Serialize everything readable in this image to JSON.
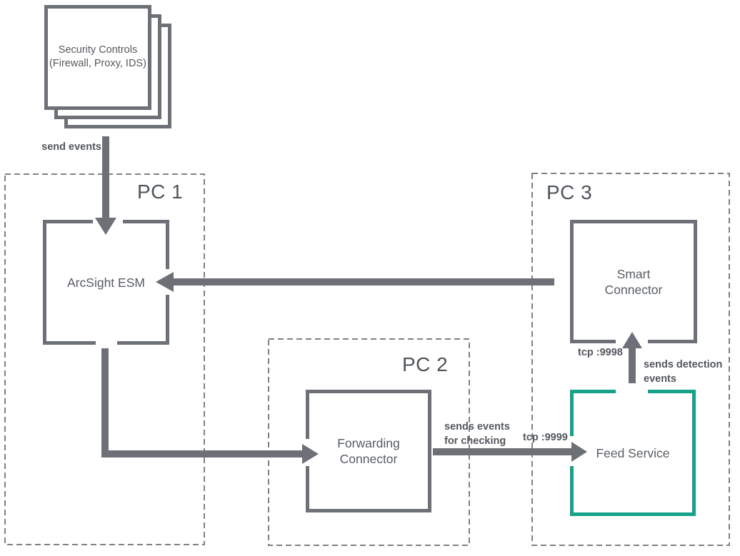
{
  "diagram": {
    "security_stack": {
      "line1": "Security Controls",
      "line2": "(Firewall, Proxy, IDS)"
    },
    "groups": {
      "pc1": {
        "label": "PC 1"
      },
      "pc2": {
        "label": "PC 2"
      },
      "pc3": {
        "label": "PC 3"
      }
    },
    "nodes": {
      "esm": {
        "label": "ArcSight ESM"
      },
      "forwarding": {
        "line1": "Forwarding",
        "line2": "Connector"
      },
      "smart": {
        "line1": "Smart",
        "line2": "Connector"
      },
      "feed": {
        "label": "Feed Service"
      }
    },
    "labels": {
      "send_events": "send events",
      "sends_events_1": "sends events",
      "sends_events_2": "for checking",
      "tcp_9999": "tcp :9999",
      "tcp_9998": "tcp :9998",
      "sends_detection_1": "sends detection",
      "sends_detection_2": "events"
    },
    "edges": [
      {
        "from": "security-controls",
        "to": "arcsight-esm",
        "label": "send events"
      },
      {
        "from": "arcsight-esm",
        "to": "forwarding-connector",
        "label": ""
      },
      {
        "from": "forwarding-connector",
        "to": "feed-service",
        "label": "sends events for checking",
        "port": "tcp :9999"
      },
      {
        "from": "feed-service",
        "to": "smart-connector",
        "label": "sends detection events",
        "port": "tcp :9998"
      },
      {
        "from": "smart-connector",
        "to": "arcsight-esm",
        "label": ""
      }
    ],
    "colors": {
      "node_gray": "#6d7177",
      "dash_gray": "#7d8185",
      "text_gray": "#55595f",
      "accent_green": "#16a189"
    }
  }
}
